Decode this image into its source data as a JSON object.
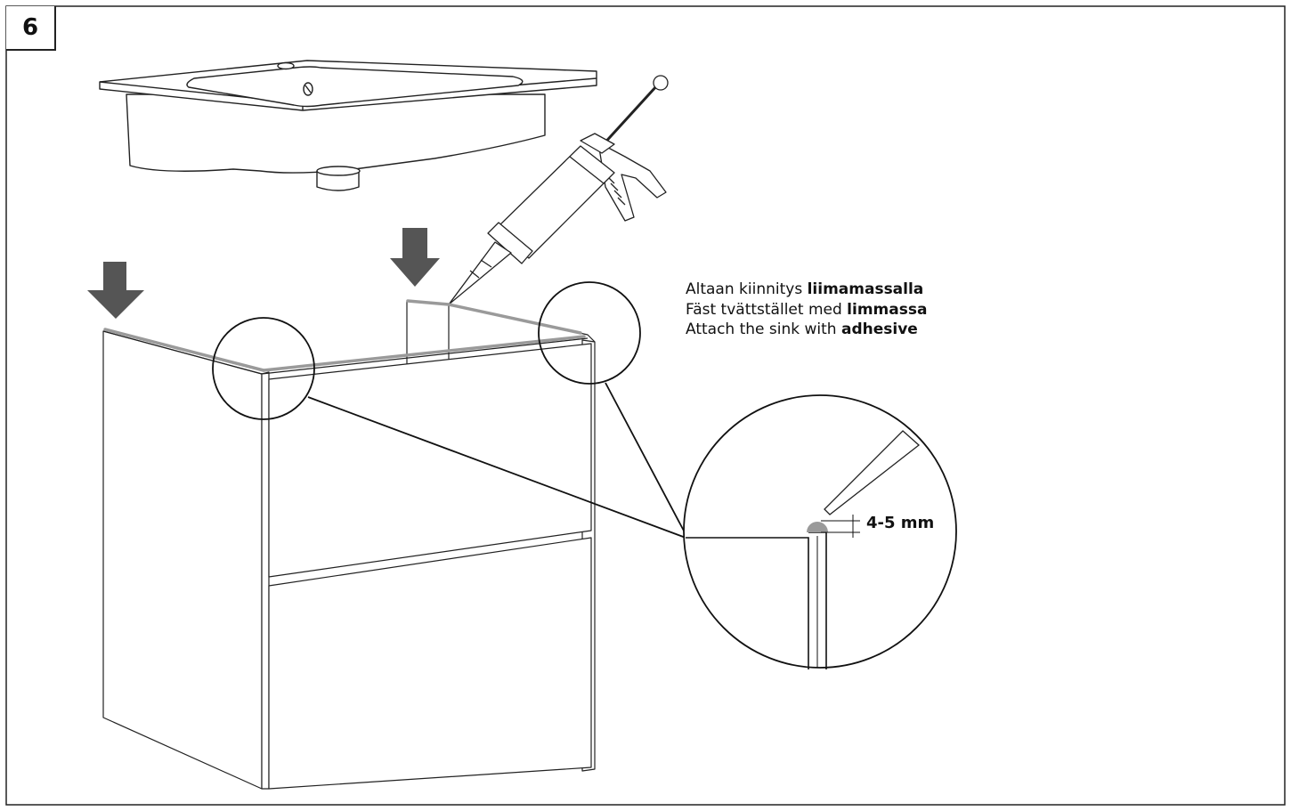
{
  "step_number": "6",
  "instructions": [
    {
      "text": "Altaan kiinnitys ",
      "bold": "liimamassalla"
    },
    {
      "text": "Fäst tvättstället med ",
      "bold": "limmassa"
    },
    {
      "text": "Attach the sink with ",
      "bold": "adhesive"
    }
  ],
  "measurement": "4-5 mm",
  "colors": {
    "line": "#222222",
    "arrow": "#555555",
    "adhesive": "#9a9a9a"
  },
  "icons": [
    "down-arrow-icon",
    "caulk-gun-icon",
    "magnifier-circle-icon"
  ]
}
